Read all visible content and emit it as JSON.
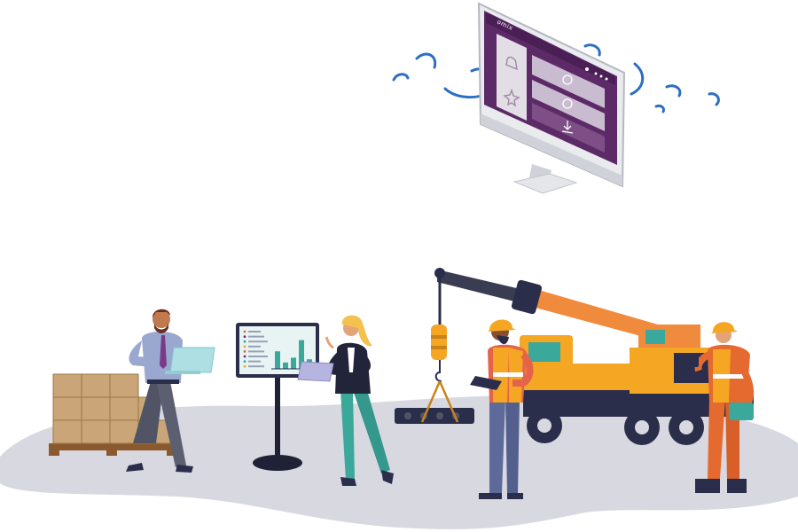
{
  "monitor": {
    "brand": "omix",
    "tiles": [
      {
        "icon": "bell-icon"
      },
      {
        "icon": "info-icon"
      },
      {
        "icon": "star-icon"
      },
      {
        "icon": "gear-icon"
      },
      {
        "icon": "download-icon"
      }
    ]
  },
  "kiosk_chart": {
    "type": "bar",
    "values": [
      0.55,
      0.2,
      0.35,
      0.9,
      0.3
    ],
    "list_rows": 8
  },
  "colors": {
    "accent_purple": "#6b2f73",
    "ground_gray": "#d8d8e0",
    "crane_orange": "#f08a3c",
    "crane_yellow": "#f5a623",
    "teal": "#3aa89a",
    "navy": "#2a2e4a",
    "swirl_blue": "#2c6fc2"
  }
}
